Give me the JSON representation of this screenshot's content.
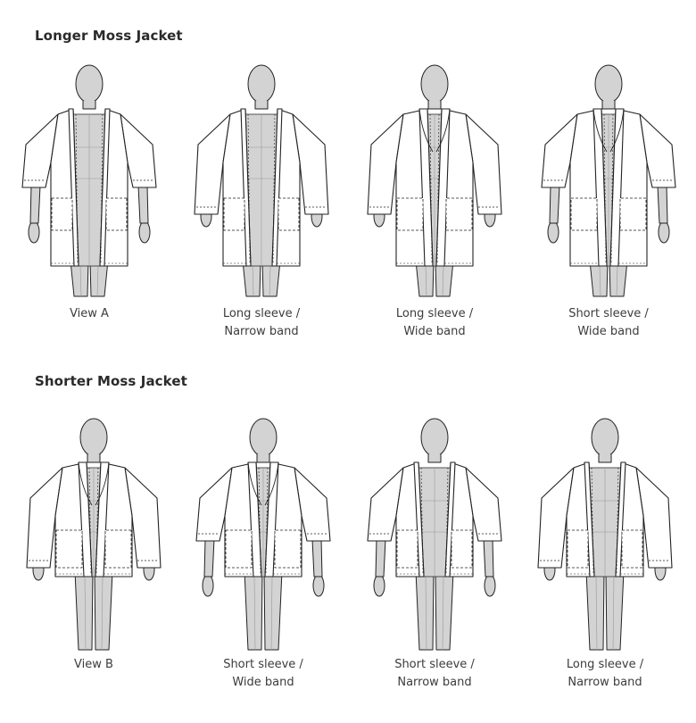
{
  "sections": [
    {
      "title": "Longer Moss Jacket",
      "views": [
        {
          "caption": [
            "View A"
          ],
          "icon": "longer-kimono-jacket",
          "sleeve": "short",
          "band": "narrow",
          "open": true
        },
        {
          "caption": [
            "Long sleeve /",
            "Narrow band"
          ],
          "icon": "longer-kimono-jacket",
          "sleeve": "long",
          "band": "narrow",
          "open": true
        },
        {
          "caption": [
            "Long sleeve /",
            "Wide band"
          ],
          "icon": "longer-kimono-jacket",
          "sleeve": "long",
          "band": "wide",
          "open": false
        },
        {
          "caption": [
            "Short sleeve /",
            "Wide band"
          ],
          "icon": "longer-kimono-jacket",
          "sleeve": "short",
          "band": "wide",
          "open": false
        }
      ]
    },
    {
      "title": "Shorter Moss Jacket",
      "views": [
        {
          "caption": [
            "View B"
          ],
          "icon": "shorter-kimono-jacket",
          "sleeve": "long",
          "band": "wide",
          "open": false
        },
        {
          "caption": [
            "Short sleeve /",
            "Wide band"
          ],
          "icon": "shorter-kimono-jacket",
          "sleeve": "short",
          "band": "wide",
          "open": false
        },
        {
          "caption": [
            "Short sleeve /",
            "Narrow band"
          ],
          "icon": "shorter-kimono-jacket",
          "sleeve": "short",
          "band": "narrow",
          "open": true
        },
        {
          "caption": [
            "Long sleeve /",
            "Narrow band"
          ],
          "icon": "shorter-kimono-jacket",
          "sleeve": "long",
          "band": "narrow",
          "open": true
        }
      ]
    }
  ],
  "colors": {
    "mannequin": "#d3d3d3",
    "outline": "#222222",
    "fabric": "#ffffff",
    "text": "#3c3c3c"
  }
}
